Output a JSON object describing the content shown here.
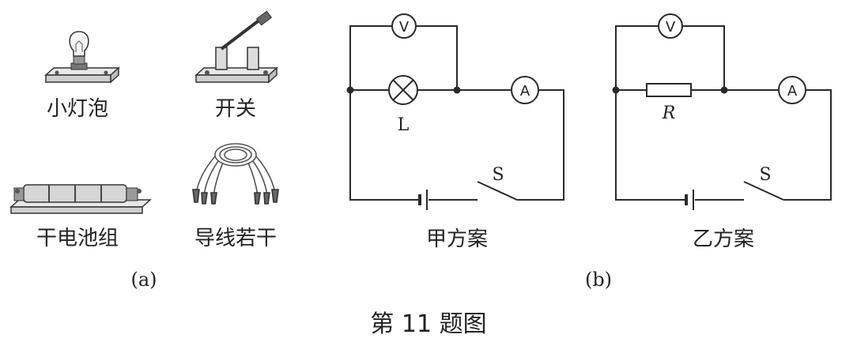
{
  "figure_title": "第 11 题图",
  "part_a": {
    "caption": "(a)",
    "items": [
      {
        "label": "小灯泡",
        "icon": "bulb-on-base"
      },
      {
        "label": "开关",
        "icon": "knife-switch"
      },
      {
        "label": "干电池组",
        "icon": "battery-pack"
      },
      {
        "label": "导线若干",
        "icon": "wires-with-clips"
      }
    ]
  },
  "part_b": {
    "caption": "(b)",
    "schemes": [
      {
        "name": "甲方案",
        "voltmeter": "V",
        "ammeter": "A",
        "element_label": "L",
        "switch_label": "S"
      },
      {
        "name": "乙方案",
        "voltmeter": "V",
        "ammeter": "A",
        "element_label": "R",
        "switch_label": "S"
      }
    ]
  }
}
